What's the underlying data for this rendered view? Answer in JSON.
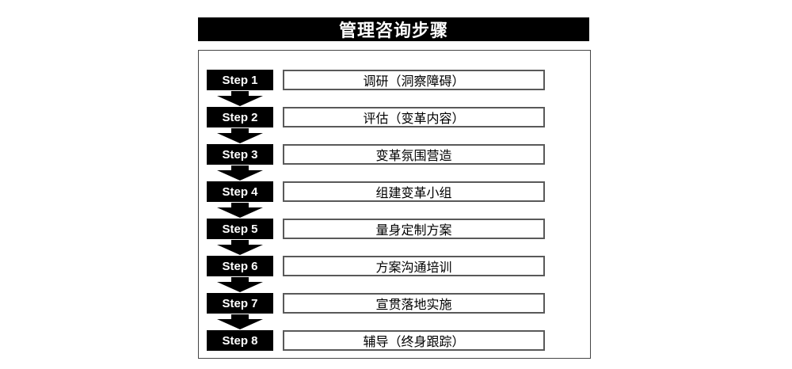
{
  "title": "管理咨询步骤",
  "steps": [
    {
      "label": "Step 1",
      "desc": "调研（洞察障碍）"
    },
    {
      "label": "Step 2",
      "desc": "评估（变革内容）"
    },
    {
      "label": "Step 3",
      "desc": "变革氛围营造"
    },
    {
      "label": "Step 4",
      "desc": "组建变革小组"
    },
    {
      "label": "Step 5",
      "desc": "量身定制方案"
    },
    {
      "label": "Step 6",
      "desc": "方案沟通培训"
    },
    {
      "label": "Step 7",
      "desc": "宣贯落地实施"
    },
    {
      "label": "Step 8",
      "desc": "辅导（终身跟踪）"
    }
  ],
  "icons": {
    "flow_arrow": "down-block-arrow-icon"
  },
  "colors": {
    "background": "#ffffff",
    "title_bg": "#000000",
    "title_text": "#ffffff",
    "step_bg": "#000000",
    "step_text": "#ffffff",
    "desc_bg": "#ffffff",
    "desc_border": "#595959",
    "desc_text": "#000000",
    "container_border": "#454545",
    "arrow_fill": "#000000"
  }
}
